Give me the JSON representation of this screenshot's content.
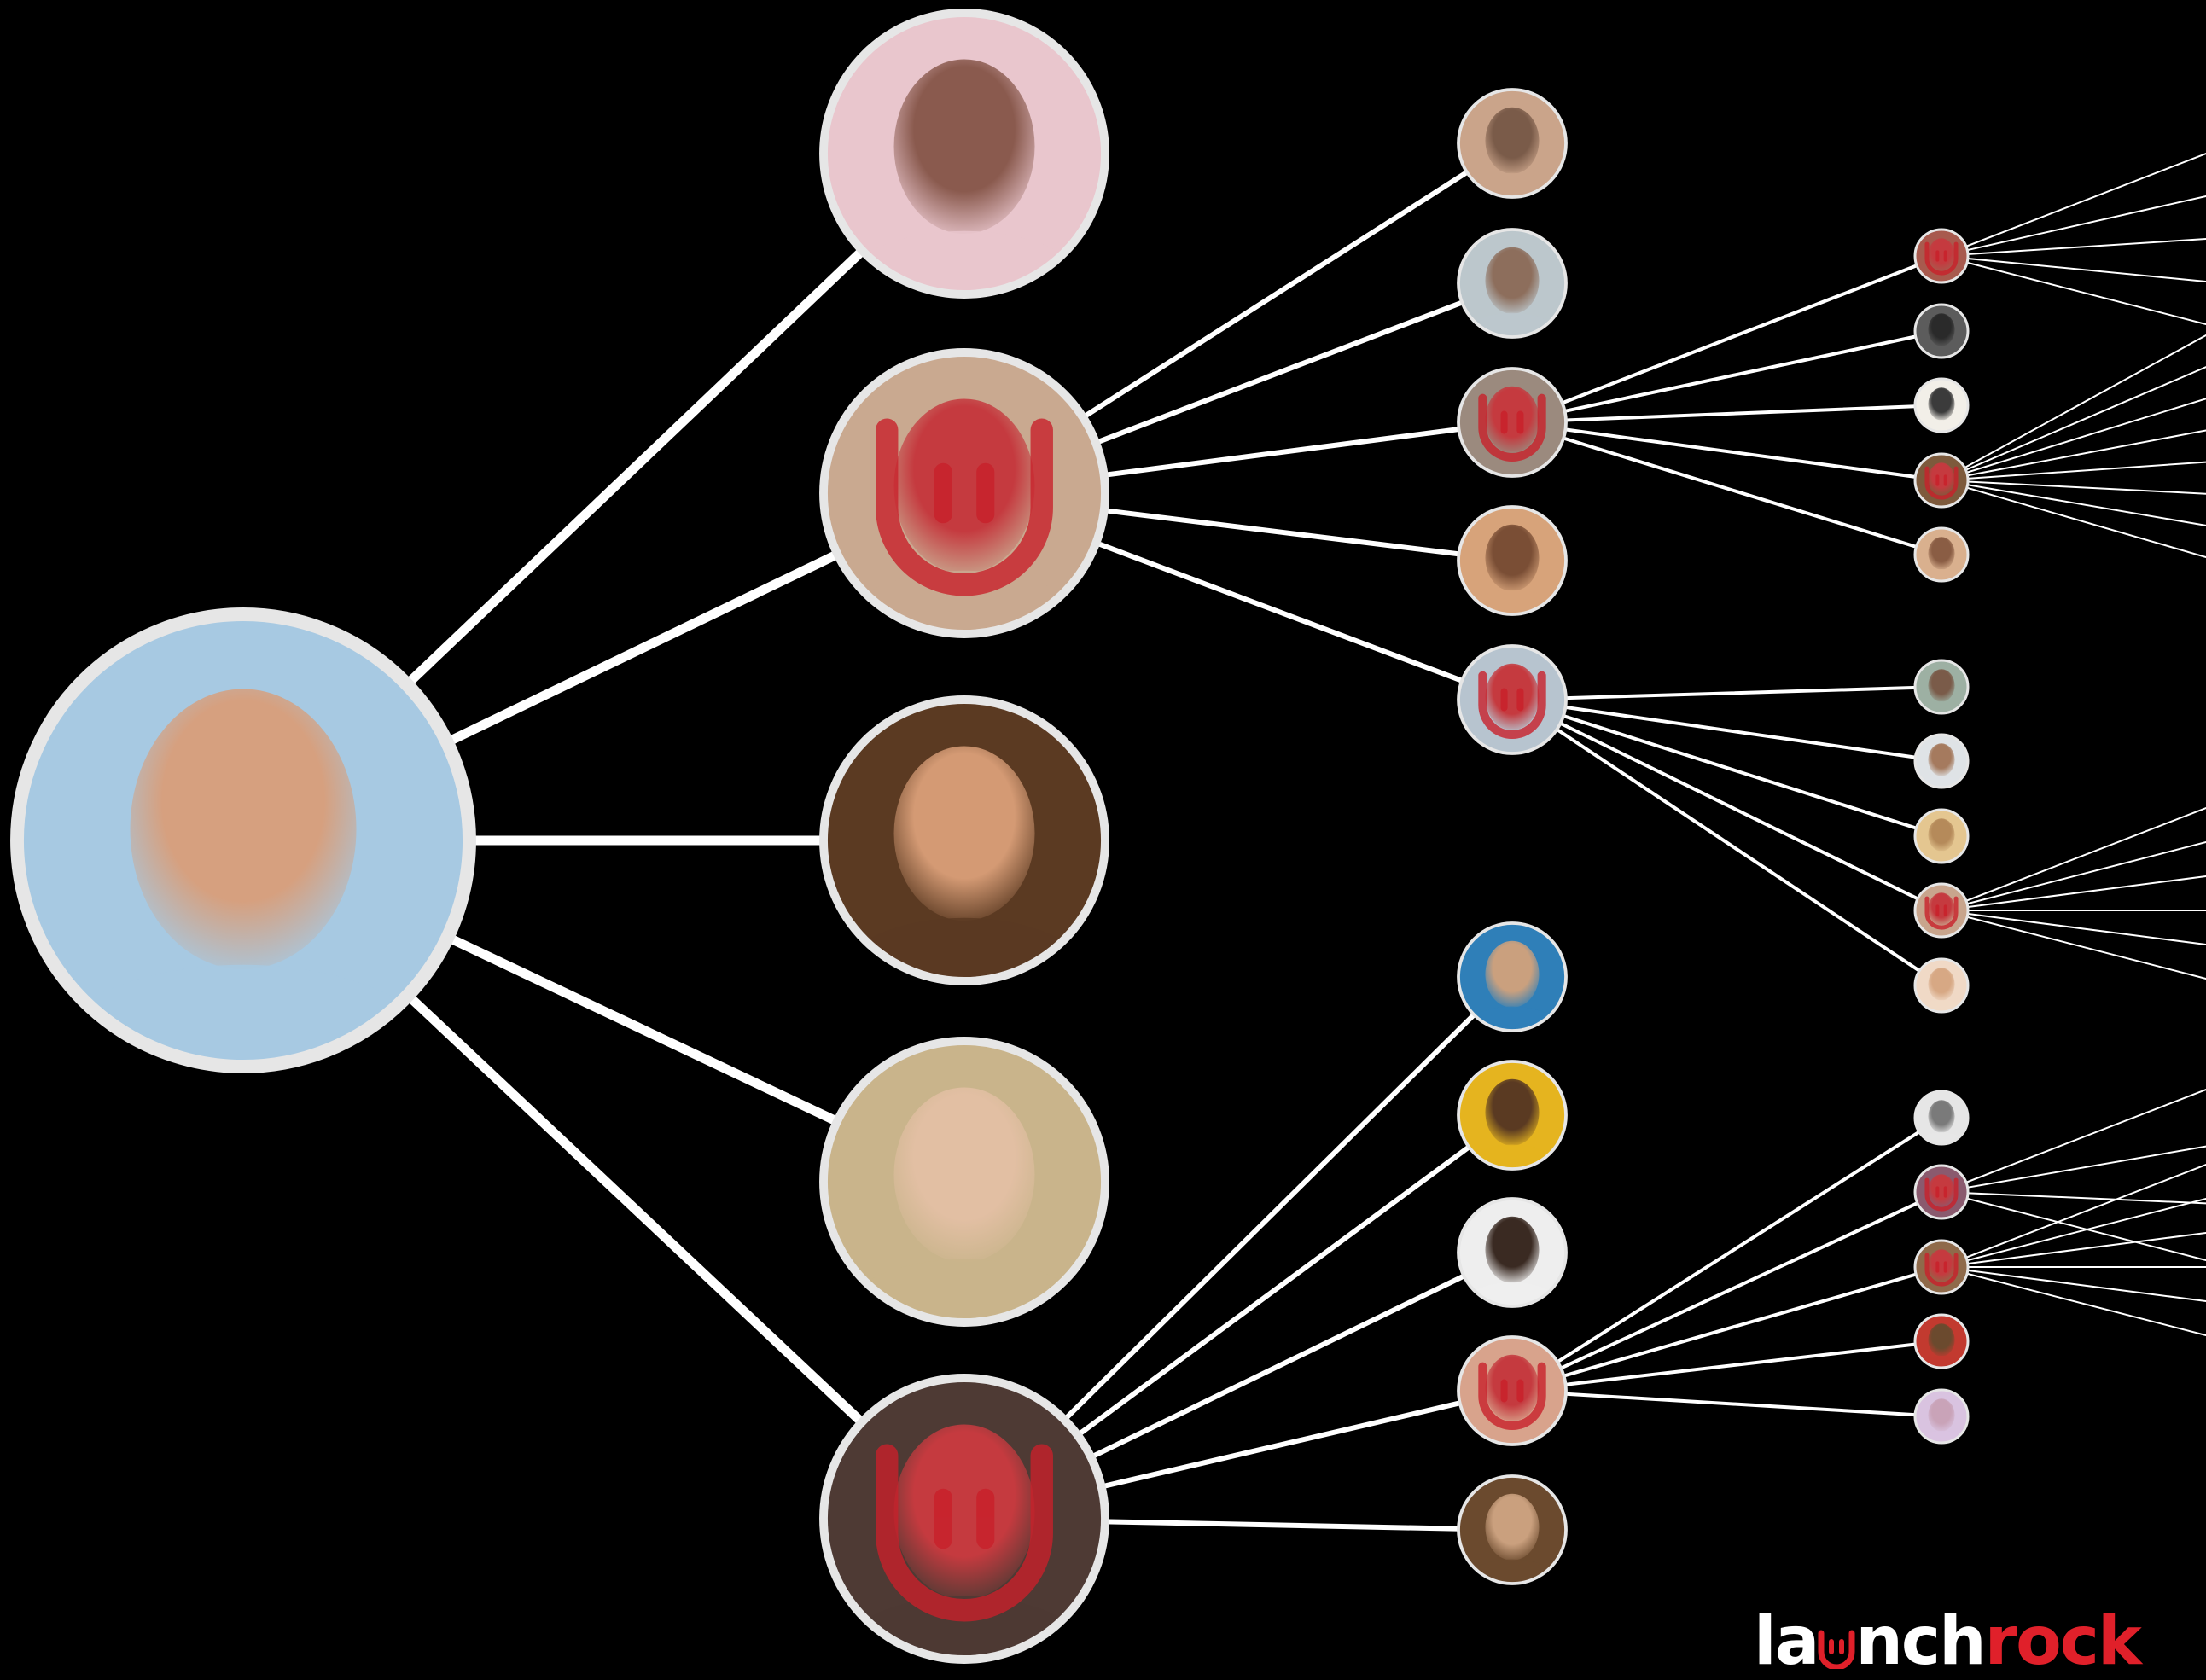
{
  "colors": {
    "background": "#000000",
    "connector": "#ffffff",
    "node_ring": "#e6e6e6",
    "brand_dark": "#ffffff",
    "brand_accent": "#e0202a"
  },
  "logo": {
    "part1": "la",
    "part2": "nch",
    "part3": "rock",
    "icon": "launchrock-hand-icon"
  },
  "tree": {
    "root": {
      "id": "root",
      "icon": "avatar-man-glasses-icon",
      "tone": [
        "#a7c9e2",
        "#d6a07f"
      ]
    },
    "level1": [
      {
        "id": "n1",
        "icon": "avatar-man-glasses-pink-bg-icon",
        "tone": [
          "#e9c6cd",
          "#8a5a4e"
        ]
      },
      {
        "id": "n2",
        "icon": "avatar-woman-launchrock-overlay-icon",
        "tone": [
          "#c9a990",
          "#c53a3f"
        ],
        "overlay": true
      },
      {
        "id": "n3",
        "icon": "avatar-woman-curly-hair-icon",
        "tone": [
          "#5b3a22",
          "#d49a74"
        ]
      },
      {
        "id": "n4",
        "icon": "avatar-woman-blonde-glasses-icon",
        "tone": [
          "#c9b48b",
          "#e2bfa3"
        ]
      },
      {
        "id": "n5",
        "icon": "avatar-woman-launchrock-overlay-icon",
        "tone": [
          "#4e3a34",
          "#c53a3f"
        ],
        "overlay": true
      }
    ],
    "level2": [
      {
        "id": "m1",
        "parent": "n2",
        "icon": "avatar-man-with-cat-icon",
        "tone": [
          "#caa48a",
          "#7a5b49"
        ]
      },
      {
        "id": "m2",
        "parent": "n2",
        "icon": "avatar-man-cap-icon",
        "tone": [
          "#bcc7cc",
          "#8d6e5c"
        ]
      },
      {
        "id": "m3",
        "parent": "n2",
        "icon": "avatar-man-launchrock-overlay-icon",
        "tone": [
          "#9b8a7e",
          "#c53a3f"
        ],
        "overlay": true
      },
      {
        "id": "m4",
        "parent": "n2",
        "icon": "avatar-man-smiling-icon",
        "tone": [
          "#d7a37a",
          "#7a4e35"
        ]
      },
      {
        "id": "m5",
        "parent": "n2",
        "icon": "avatar-man-launchrock-overlay-icon",
        "tone": [
          "#b7c4cf",
          "#c53a3f"
        ],
        "overlay": true
      },
      {
        "id": "m6",
        "parent": "n5",
        "icon": "avatar-man-blue-bg-icon",
        "tone": [
          "#2f7fb8",
          "#caa07e"
        ]
      },
      {
        "id": "m7",
        "parent": "n5",
        "icon": "avatar-man-yellow-bg-icon",
        "tone": [
          "#e5b41f",
          "#5a3a22"
        ]
      },
      {
        "id": "m8",
        "parent": "n5",
        "icon": "avatar-man-white-bg-icon",
        "tone": [
          "#eeeeee",
          "#3a2a22"
        ]
      },
      {
        "id": "m9",
        "parent": "n5",
        "icon": "avatar-launchrock-overlay-icon",
        "tone": [
          "#d8a38c",
          "#c53a3f"
        ],
        "overlay": true
      },
      {
        "id": "m10",
        "parent": "n5",
        "icon": "avatar-man-blond-icon",
        "tone": [
          "#6b4a2e",
          "#caa07e"
        ]
      }
    ],
    "level3": [
      {
        "id": "s1",
        "parent": "m3",
        "icon": "avatar-small-launchrock-icon",
        "tone": [
          "#a85a4e",
          "#c53a3f"
        ],
        "overlay": true,
        "fan": 5
      },
      {
        "id": "s2",
        "parent": "m3",
        "icon": "avatar-small-man-icon",
        "tone": [
          "#5c5c5c",
          "#2a2a2a"
        ]
      },
      {
        "id": "s3",
        "parent": "m3",
        "icon": "avatar-small-cartoon-icon",
        "tone": [
          "#f2efe8",
          "#3b3b3b"
        ]
      },
      {
        "id": "s4",
        "parent": "m3",
        "icon": "avatar-small-launchrock-icon",
        "tone": [
          "#7d5a3c",
          "#c53a3f"
        ],
        "overlay": true,
        "fan": 8
      },
      {
        "id": "s5",
        "parent": "m3",
        "icon": "avatar-small-man-icon",
        "tone": [
          "#d9b08e",
          "#8a5d44"
        ]
      },
      {
        "id": "s6",
        "parent": "m5",
        "icon": "avatar-small-man-icon",
        "tone": [
          "#9db0a3",
          "#7a5b49"
        ]
      },
      {
        "id": "s7",
        "parent": "m5",
        "icon": "avatar-small-man-icon",
        "tone": [
          "#dfe3e6",
          "#a57a5e"
        ]
      },
      {
        "id": "s8",
        "parent": "m5",
        "icon": "avatar-small-woman-icon",
        "tone": [
          "#e4c690",
          "#b58a5a"
        ]
      },
      {
        "id": "s9",
        "parent": "m5",
        "icon": "avatar-small-launchrock-icon",
        "tone": [
          "#c8a58d",
          "#c53a3f"
        ],
        "overlay": true,
        "fan": 6
      },
      {
        "id": "s10",
        "parent": "m5",
        "icon": "avatar-small-woman-icon",
        "tone": [
          "#f0d9c6",
          "#d7a884"
        ]
      },
      {
        "id": "s11",
        "parent": "m9",
        "icon": "avatar-small-woman-icon",
        "tone": [
          "#e6e6e6",
          "#7a7a7a"
        ]
      },
      {
        "id": "s12",
        "parent": "m9",
        "icon": "avatar-small-launchrock-icon",
        "tone": [
          "#8a5a6e",
          "#c53a3f"
        ],
        "overlay": true,
        "fan": 4
      },
      {
        "id": "s13",
        "parent": "m9",
        "icon": "avatar-small-launchrock-icon",
        "tone": [
          "#8f6a4a",
          "#c53a3f"
        ],
        "overlay": true,
        "fan": 6
      },
      {
        "id": "s14",
        "parent": "m9",
        "icon": "avatar-small-man-icon",
        "tone": [
          "#c23a2f",
          "#6b4a2e"
        ]
      },
      {
        "id": "s15",
        "parent": "m9",
        "icon": "avatar-small-woman-icon",
        "tone": [
          "#d9c3e0",
          "#c9a3b8"
        ]
      }
    ]
  }
}
